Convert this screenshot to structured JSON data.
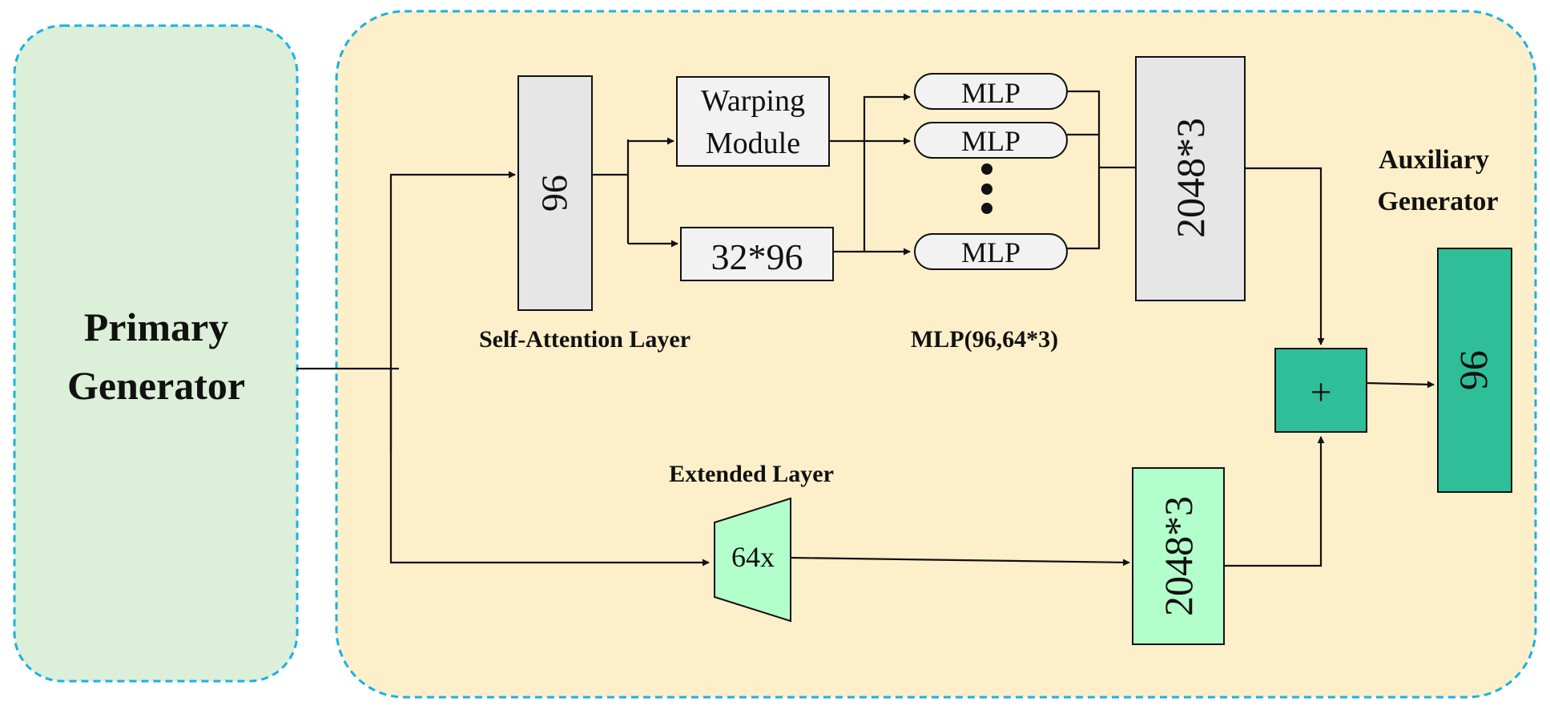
{
  "primary_generator": {
    "line1": "Primary",
    "line2": "Generator"
  },
  "auxiliary_generator": {
    "line1": "Auxiliary",
    "line2": "Generator"
  },
  "self_attention": {
    "box_value": "96",
    "label": "Self-Attention Layer"
  },
  "warping_module": {
    "line1": "Warping",
    "line2": "Module"
  },
  "feature_box": {
    "value": "32*96"
  },
  "mlp": {
    "labels": [
      "MLP",
      "MLP",
      "MLP"
    ],
    "caption": "MLP(96,64*3)"
  },
  "top_output": {
    "value": "2048*3"
  },
  "extended_layer": {
    "label": "Extended Layer",
    "value": "64x"
  },
  "bottom_output": {
    "value": "2048*3"
  },
  "adder": {
    "symbol": "+"
  },
  "final_output": {
    "value": "96"
  },
  "colors": {
    "primary_fill": "#dcefd8",
    "aux_fill": "#fdefc9",
    "dashed_border": "#1ab0e6",
    "gray_box": "#e6e6e6",
    "light_gray_box": "#f2f2f2",
    "teal": "#2fbf98",
    "mint": "#b3ffcc"
  }
}
